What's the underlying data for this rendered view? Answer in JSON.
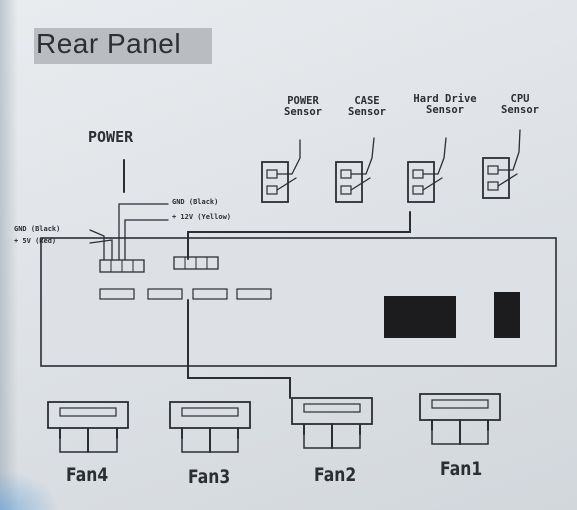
{
  "panel_title": "Rear Panel",
  "power_label": "POWER",
  "power_wires": {
    "left_line1": "GND (Black)",
    "left_line2": "+ 5V (Red)",
    "right_line1": "GND (Black)",
    "right_line2": "+ 12V (Yellow)"
  },
  "sensors": [
    {
      "line1": "POWER",
      "line2": "Sensor"
    },
    {
      "line1": "CASE",
      "line2": "Sensor"
    },
    {
      "line1": "Hard Drive",
      "line2": "Sensor"
    },
    {
      "line1": "CPU",
      "line2": "Sensor"
    }
  ],
  "fans": [
    "Fan4",
    "Fan3",
    "Fan2",
    "Fan1"
  ],
  "colors": {
    "ink": "#2b2f34",
    "board_fill": "#dde1e5",
    "display_block": "#1c1c1e"
  }
}
